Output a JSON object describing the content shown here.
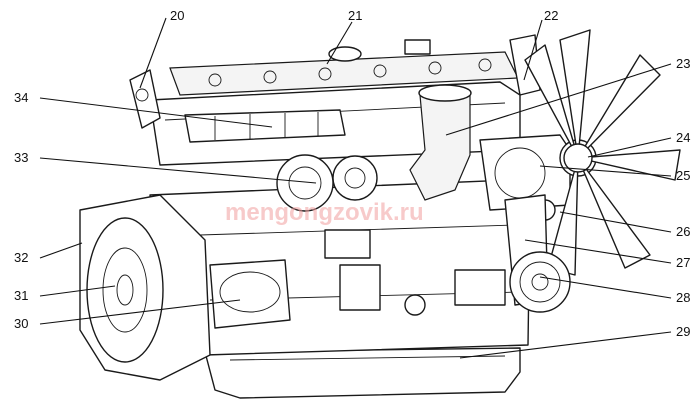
{
  "watermark": "mengongzovik.ru",
  "callouts": [
    {
      "id": "c20",
      "label": "20"
    },
    {
      "id": "c21",
      "label": "21"
    },
    {
      "id": "c22",
      "label": "22"
    },
    {
      "id": "c23",
      "label": "23"
    },
    {
      "id": "c24",
      "label": "24"
    },
    {
      "id": "c25",
      "label": "25"
    },
    {
      "id": "c26",
      "label": "26"
    },
    {
      "id": "c27",
      "label": "27"
    },
    {
      "id": "c28",
      "label": "28"
    },
    {
      "id": "c29",
      "label": "29"
    },
    {
      "id": "c30",
      "label": "30"
    },
    {
      "id": "c31",
      "label": "31"
    },
    {
      "id": "c32",
      "label": "32"
    },
    {
      "id": "c33",
      "label": "33"
    },
    {
      "id": "c34",
      "label": "34"
    }
  ]
}
